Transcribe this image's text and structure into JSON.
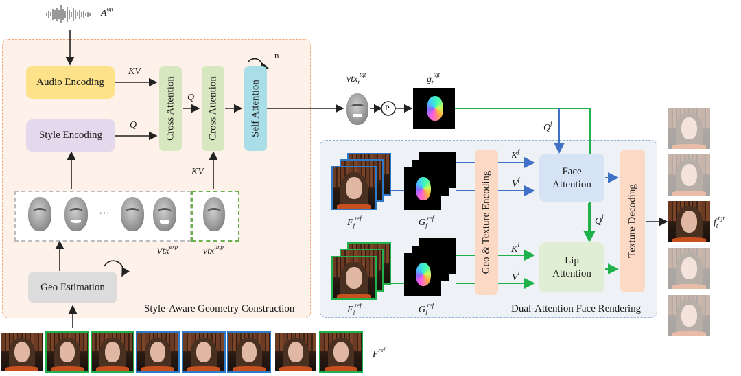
{
  "inputs": {
    "audio_label": "A",
    "audio_sup": "tgt",
    "frames_label": "F",
    "frames_sup": "ref",
    "frame_borders": [
      "none",
      "green",
      "green",
      "blue",
      "blue",
      "blue",
      "none",
      "green"
    ]
  },
  "style_geometry": {
    "region_title": "Style-Aware Geometry Construction",
    "audio_encoding": "Audio Encoding",
    "style_encoding": "Style Encoding",
    "cross_attention_1": "Cross Attention",
    "cross_attention_2": "Cross Attention",
    "self_attention": "Self Attention",
    "geo_estimation": "Geo Estimation",
    "loop_n": "n",
    "kv_audio": "KV",
    "q_style": "Q",
    "q_between": "Q",
    "kv_template": "KV",
    "ellipsis": "···",
    "vtx_exp_label": "Vtx",
    "vtx_exp_sup": "exp",
    "vtx_tmp_label": "vtx",
    "vtx_tmp_sup": "tmp"
  },
  "projection": {
    "vtx_label": "vtx",
    "vtx_sub": "t",
    "vtx_sup": "tgt",
    "p_node": "P",
    "g_label": "g",
    "g_sub": "t",
    "g_sup": "tgt",
    "qf_label": "Q",
    "qf_sup": "f"
  },
  "rendering": {
    "region_title": "Dual-Attention Face Rendering",
    "geo_texture_encoding": "Geo & Texture Encoding",
    "face_attention": "Face Attention",
    "lip_attention": "Lip Attention",
    "texture_decoding": "Texture Decoding",
    "ff_label": "F",
    "ff_sub": "f",
    "ff_sup": "ref",
    "gf_label": "G",
    "gf_sub": "f",
    "gf_sup": "ref",
    "fl_label": "F",
    "fl_sub": "l",
    "fl_sup": "ref",
    "gl_label": "G",
    "gl_sub": "l",
    "gl_sup": "ref",
    "kf_label": "K",
    "kf_sup": "f",
    "vf_label": "V",
    "vf_sup": "f",
    "kl_label": "K",
    "kl_sup": "l",
    "vl_label": "V",
    "vl_sup": "l",
    "ql_label": "Q",
    "ql_sup": "l"
  },
  "output": {
    "label": "f",
    "sub": "t",
    "sup": "tgt",
    "frame_count": 5,
    "highlighted_index": 2
  },
  "colors": {
    "audio_box": "#fde28a",
    "style_box": "#e4d9ec",
    "cross_box": "#d7e8c1",
    "self_box": "#a9dde8",
    "geo_box": "#dcdcdc",
    "encoding_box": "#fbd9c4",
    "face_box": "#d6e3f5",
    "lip_box": "#e0efd4",
    "orange_region_bg": "#fdf1ea",
    "orange_region_border": "#f2a874",
    "blue_region_bg": "#eef2f7",
    "blue_region_border": "#8eb0d3",
    "blue_arrow": "#3f72c6",
    "green_arrow": "#20b14c"
  }
}
